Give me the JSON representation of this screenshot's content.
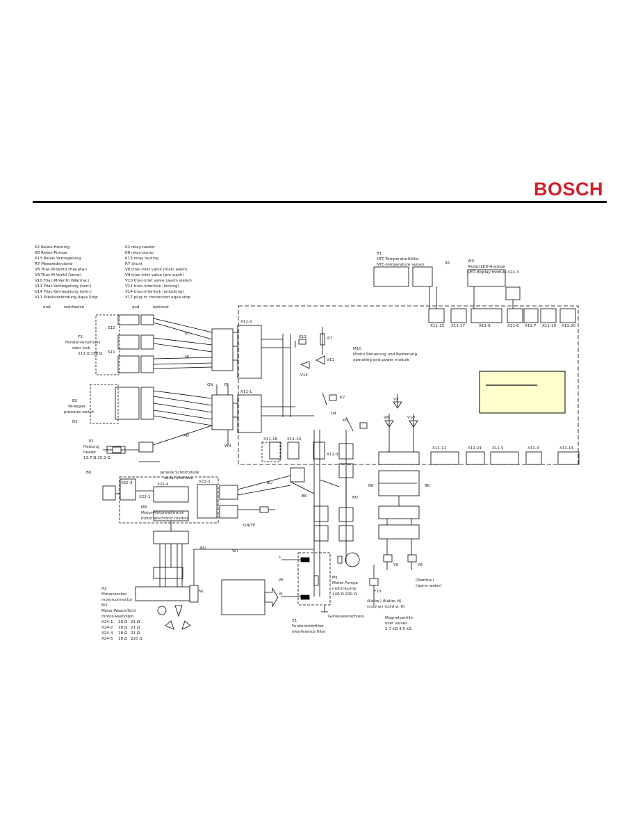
{
  "header": {
    "brand": "BOSCH",
    "brand_color": "#d0202a"
  },
  "legend_de": [
    "K2  Relais-Heizung",
    "K8  Relais-Pumpe",
    "K13 Relais Verriegelung",
    "R7  Messwiderstand",
    "V8  Triac-M-Ventil (Hauptw.)",
    "V9  Triac-M-Ventil (Vorw.)",
    "V10 Triac-M-Ventil (Warmw.)",
    "V11 Triac-Verriegelung (verr.)",
    "V14 Triac-Verriegelung (entr.)",
    "X11 Steckverbindung Aqua Stop"
  ],
  "legend_en": [
    "K2  relay-heater",
    "K8  relay-pump",
    "K13 relay locking",
    "R7  shunt",
    "V8  triac-inlet valve (main wash)",
    "V9  triac-inlet valve (pre wash)",
    "V10 triac-inlet valve (warm water)",
    "V11 triac-interlock (locking)",
    "V14 triac-interlock (unlocking)",
    "X17 plug in connection aqua stop"
  ],
  "legend_footer": {
    "left": "und",
    "mid": "wahlweise",
    "right_a": "and",
    "right_b": "optional"
  },
  "sensor": {
    "id": "B1",
    "de": "NTC-Temperaturfühler",
    "en": "NTC-temperature sensor",
    "ref": "36"
  },
  "led_module": {
    "id": "W3",
    "de": "Modul LED-Anzeige",
    "en": "LED-display module",
    "connector": "X22-3"
  },
  "top_connectors": [
    "X11-15",
    "X11-17",
    "X11-9",
    "X11-6",
    "X11-7",
    "X11-19",
    "X11-20"
  ],
  "bottom_connectors": [
    "X11-11",
    "X11-21",
    "X11-5",
    "X11-4",
    "X11-14"
  ],
  "door": {
    "id": "F3",
    "de": "Fensterverschluss",
    "en": "door lock",
    "spec": "213 Ω   198 Ω",
    "s12": "S12",
    "s11": "S11"
  },
  "pressure": {
    "b2": "B2",
    "de": "W-Regler",
    "en": "pressure switch",
    "b3": "B3"
  },
  "heater": {
    "id": "E1",
    "de": "Heizung",
    "en": "heater",
    "spec": "13.7 Ω   15.2 Ω"
  },
  "wire_labels": {
    "bl": "BL",
    "hj": "HJ",
    "gn": "GN",
    "ye": "YE",
    "wh": "WH",
    "bk": "BK",
    "bu": "BU",
    "rd": "RD",
    "wt": "WT",
    "gnye": "GN/YE",
    "nl": "NL"
  },
  "module": {
    "id": "M10",
    "de": "Modul Steuerung und Bedienung",
    "en": "operating and power module"
  },
  "connectors_mid": {
    "x112": "X11-2",
    "x111": "X11-1",
    "x1110": "X11-10",
    "x1118": "X11-18",
    "x113": "X11-3",
    "x221": "X22-1",
    "x222": "X22-2",
    "x223": "X22-3",
    "x224": "X22-4"
  },
  "parts": {
    "k13": "K13",
    "r7": "R7",
    "v11": "V11",
    "v14": "V14",
    "k2": "K2",
    "q4": "Q4",
    "k8": "K8",
    "v8": "V8",
    "v9": "V9",
    "v10": "V10",
    "y9": "Y9",
    "y8": "Y8",
    "y10": "Y10"
  },
  "motor_module": {
    "id": "M8",
    "de": "Motor-Motorelektronik",
    "en": "motor electronic module"
  },
  "serial": {
    "de": "serielle Schnittstelle",
    "en": "serial interface"
  },
  "motor": {
    "x2": "X2",
    "de_connector": "Motorstecker",
    "en_connector": "motorconnector",
    "m2": "M2",
    "de": "Motor-Wasch/Schl",
    "en": "motor-wash/spin",
    "rows": [
      [
        "X24-1",
        "18 Ω",
        "21 Ω"
      ],
      [
        "X24-2",
        "18 Ω",
        "21 Ω"
      ],
      [
        "X24-4",
        "18 Ω",
        "21 Ω"
      ],
      [
        "X24-5",
        "18 Ω",
        "220 Ω"
      ]
    ]
  },
  "pump": {
    "id": "M1",
    "de": "Motor-Pumpe",
    "en": "motor-pump",
    "spec": "140 Ω   200 Ω"
  },
  "filter": {
    "id": "Z1",
    "de": "Funkentstörfilter",
    "en": "interference filter"
  },
  "gehaeuse": "Gehäuseanschluss",
  "valves": {
    "label_de": "Magnetventile",
    "label_en": "inlet valves",
    "spec": "2,7 kΩ    4,5 kΩ",
    "cold_a": "(Kaltw.)  (Kaltw. H)",
    "cold_b": "(cold w.)  (cold w. H)",
    "warm_de": "(Warmw.)",
    "warm_en": "(warm water)"
  },
  "terminals": {
    "pe": "PE",
    "l": "L",
    "n": "N"
  }
}
